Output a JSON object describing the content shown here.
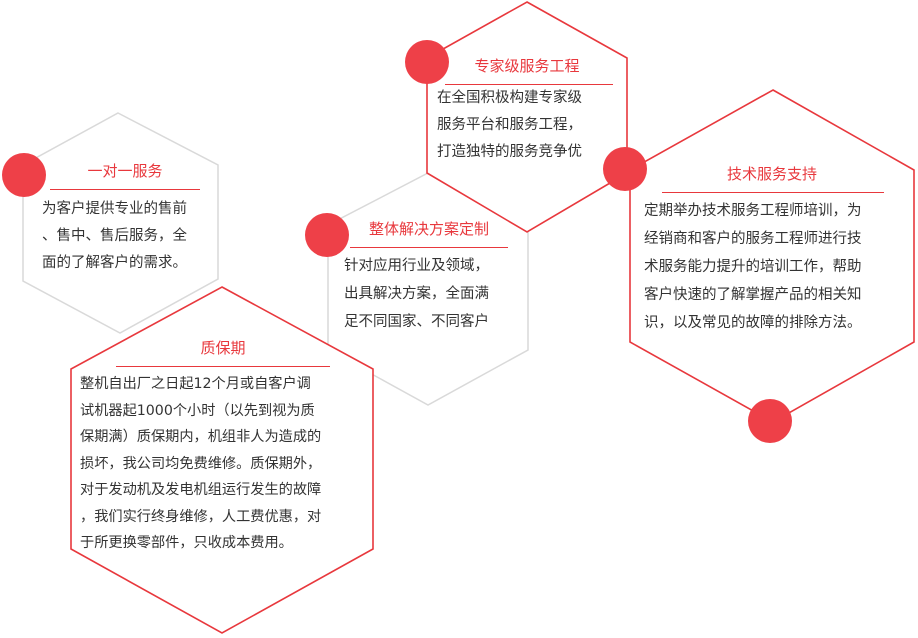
{
  "colors": {
    "accent": "#e8383d",
    "hex_gray_stroke": "#d9d9d9",
    "text": "#333333"
  },
  "blocks": {
    "one_on_one": {
      "title": "一对一服务",
      "text": "为客户提供专业的售前\n、售中、售后服务，全\n面的了解客户的需求。"
    },
    "warranty": {
      "title": "质保期",
      "text": "整机自出厂之日起12个月或自客户调\n试机器起1000个小时（以先到视为质\n保期满）质保期内，机组非人为造成的\n损坏，我公司均免费维修。质保期外，\n对于发动机及发电机组运行发生的故障\n，我们实行终身维修，人工费优惠，对\n于所更换零部件，只收成本费用。"
    },
    "solutions": {
      "title": "整体解决方案定制",
      "text": "针对应用行业及领域，\n出具解决方案，全面满\n足不同国家、不同客户"
    },
    "expert": {
      "title": "专家级服务工程",
      "text": "在全国积极构建专家级\n服务平台和服务工程，\n打造独特的服务竞争优"
    },
    "tech_support": {
      "title": "技术服务支持",
      "text": "定期举办技术服务工程师培训，为\n经销商和客户的服务工程师进行技\n术服务能力提升的培训工作，帮助\n客户快速的了解掌握产品的相关知\n识，以及常见的故障的排除方法。"
    }
  }
}
